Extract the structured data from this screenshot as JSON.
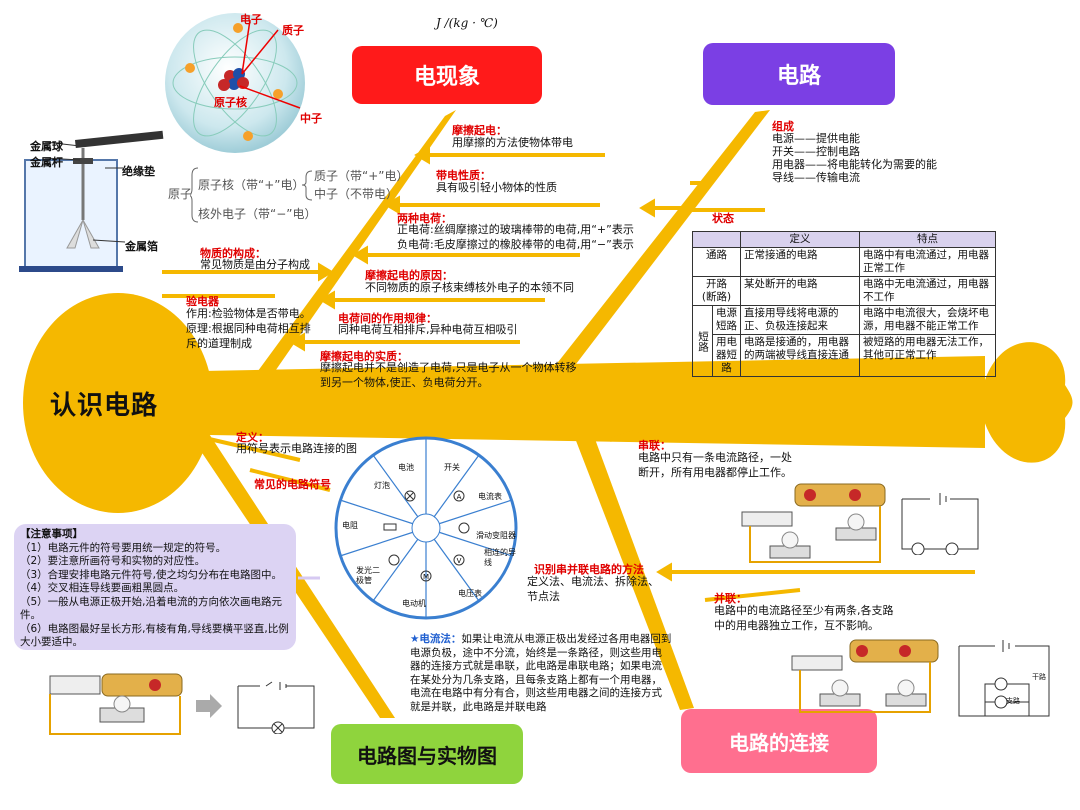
{
  "main_title": "认识电路",
  "units_label": "J /(kg · ℃)",
  "boxes": {
    "phenomenon": "电现象",
    "circuit": "电路",
    "diagram": "电路图与实物图",
    "connection": "电路的连接"
  },
  "atom": {
    "electron": "电子",
    "proton": "质子",
    "nucleus": "原子核",
    "neutron": "中子"
  },
  "electroscope": {
    "ball": "金属球",
    "rod": "金属杆",
    "insulator": "绝缘垫",
    "foil": "金属箔"
  },
  "atom_structure": {
    "atom": "原子",
    "nucleus": "原子核（带“+”电）",
    "electrons": "核外电子（带“−”电）",
    "proton": "质子（带“+”电）",
    "neutron": "中子（不带电）"
  },
  "phenomena": [
    {
      "title": "摩擦起电：",
      "text": "用摩擦的方法使物体带电"
    },
    {
      "title": "带电性质：",
      "text": "具有吸引轻小物体的性质"
    },
    {
      "title": "两种电荷：",
      "text": "正电荷:丝绸摩擦过的玻璃棒带的电荷,用“+”表示\n负电荷:毛皮摩擦过的橡胶棒带的电荷,用“−”表示"
    },
    {
      "title": "摩擦起电的原因：",
      "text": "不同物质的原子核束缚核外电子的本领不同"
    },
    {
      "title": "电荷间的作用规律：",
      "text": "同种电荷互相排斥,异种电荷互相吸引"
    },
    {
      "title": "摩擦起电的实质：",
      "text": "摩擦起电并不是创造了电荷,只是电子从一个物体转移\n到另一个物体,使正、负电荷分开。"
    }
  ],
  "matter": {
    "title": "物质的构成：",
    "text": "常见物质是由分子构成"
  },
  "electroscope_note": {
    "title": "验电器",
    "text": "作用:检验物体是否带电。\n原理:根据同种电荷相互排\n斥的道理制成"
  },
  "composition": {
    "title": "组成",
    "lines": [
      "电源——提供电能",
      "开关——控制电路",
      "用电器——将电能转化为需要的能",
      "导线——传输电流"
    ]
  },
  "state_label": "状态",
  "state_table": {
    "headers": [
      "",
      "定义",
      "特点"
    ],
    "rows": [
      {
        "name": "通路",
        "def": "正常接通的电路",
        "feat": "电路中有电流通过，用电器正常工作"
      },
      {
        "name": "开路\n(断路)",
        "def": "某处断开的电路",
        "feat": "电路中无电流通过，用电器不工作"
      },
      {
        "group": "短路",
        "name": "电源\n短路",
        "def": "直接用导线将电源的正、负极连接起来",
        "feat": "电路中电流很大，会烧坏电源，用电器不能正常工作"
      },
      {
        "name": "用电\n器短\n路",
        "def": "电路是接通的，用电器的两端被导线直接连通",
        "feat": "被短路的用电器无法工作，其他可正常工作"
      }
    ]
  },
  "definition": {
    "title": "定义：",
    "text": "用符号表示电路连接的图"
  },
  "common_symbols": "常见的电路符号",
  "wheel_labels": [
    "电池",
    "开关",
    "电流表",
    "滑动变阻器",
    "相连的导线",
    "电压表",
    "电动机",
    "发光二极管",
    "电阻",
    "灯泡"
  ],
  "notes": {
    "title": "【注意事项】",
    "lines": [
      "（1）电路元件的符号要用统一规定的符号。",
      "（2）要注意所画符号和实物的对应性。",
      "（3）合理安排电路元件符号,使之均匀分布在电路图中。",
      "（4）交叉相连导线要画粗黑圆点。",
      "（5）一般从电源正极开始,沿着电流的方向依次画电路元件。",
      "（6）电路图最好呈长方形,有棱有角,导线要横平竖直,比例大小要适中。"
    ]
  },
  "series": {
    "title": "串联：",
    "text": "电路中只有一条电流路径，一处\n断开，所有用电器都停止工作。"
  },
  "identify": {
    "title": "识别串并联电路的方法",
    "text": "定义法、电流法、拆除法、\n节点法"
  },
  "parallel": {
    "title": "并联：",
    "text": "电路中的电流路径至少有两条,各支路\n中的用电器独立工作，互不影响。"
  },
  "current_method": {
    "title": "★电流法：",
    "text": "如果让电流从电源正极出发经过各用电器回到电源负极，途中不分流，始终是一条路径，则这些用电器的连接方式就是串联，此电路是串联电路；如果电流在某处分为几条支路，且每条支路上都有一个用电器，电流在电路中有分有合，则这些用电器之间的连接方式就是并联，此电路是并联电路"
  },
  "branch": {
    "main": "干路",
    "sub": "支路"
  },
  "colors": {
    "arrow": "#f5b800",
    "phenomenon_box": "#ff1a1a",
    "circuit_box": "#7b3fe4",
    "diagram_box": "#8fd43d",
    "connection_box": "#ff6f8f",
    "note_bg": "#dcd3f3"
  }
}
